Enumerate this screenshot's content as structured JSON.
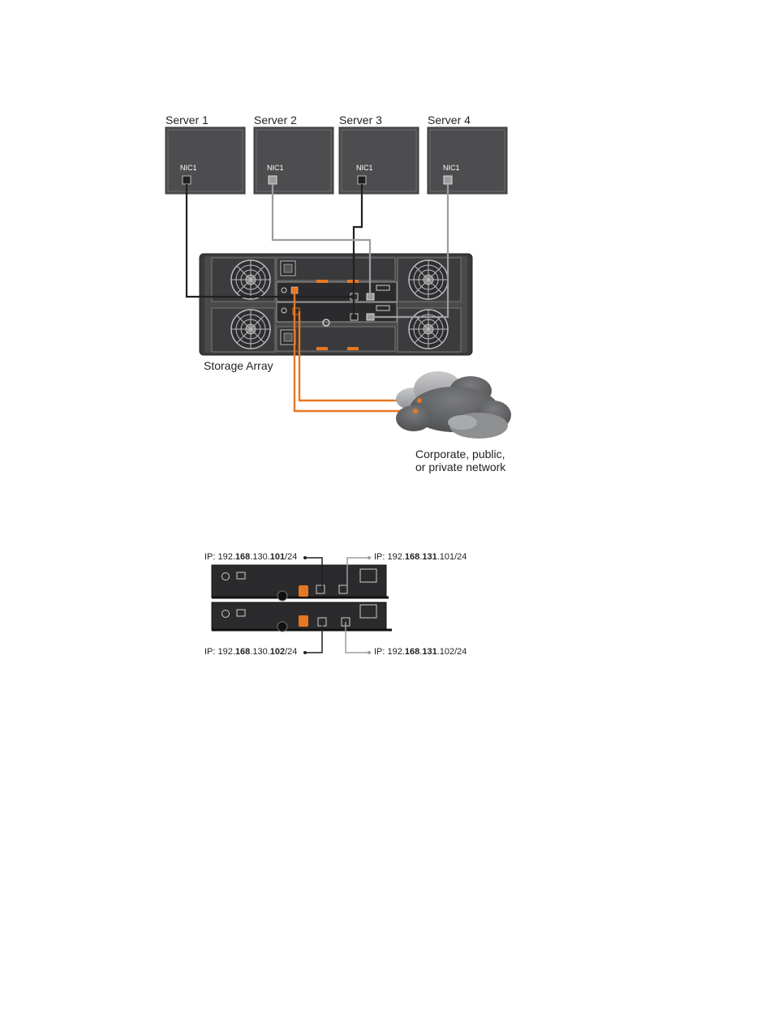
{
  "servers": [
    {
      "label": "Server 1",
      "nic": "NIC1"
    },
    {
      "label": "Server 2",
      "nic": "NIC1"
    },
    {
      "label": "Server 3",
      "nic": "NIC1"
    },
    {
      "label": "Server 4",
      "nic": "NIC1"
    }
  ],
  "storage_label": "Storage Array",
  "network_label_line1": "Corporate, public,",
  "network_label_line2": "or private network",
  "ip": {
    "ctrl0_port0": {
      "pre": "IP: 192.",
      "b1": "168",
      "mid": ".130.",
      "b2": "101",
      "post": "/24"
    },
    "ctrl0_port1": {
      "pre": "IP: 192.",
      "b1": "168",
      "mid": ".",
      "b2": "131",
      "post": ".101/24"
    },
    "ctrl1_port0": {
      "pre": "IP: 192.",
      "b1": "168",
      "mid": ".130.",
      "b2": "102",
      "post": "/24"
    },
    "ctrl1_port1": {
      "pre": "IP: 192.",
      "b1": "168",
      "mid": ".",
      "b2": "131",
      "post": ".102/24"
    }
  },
  "colors": {
    "server": "#4d4d4f",
    "cable_dark": "#231f20",
    "cable_gray": "#9d9d9f",
    "cable_orange": "#e87722",
    "cloud": "#58595b"
  }
}
